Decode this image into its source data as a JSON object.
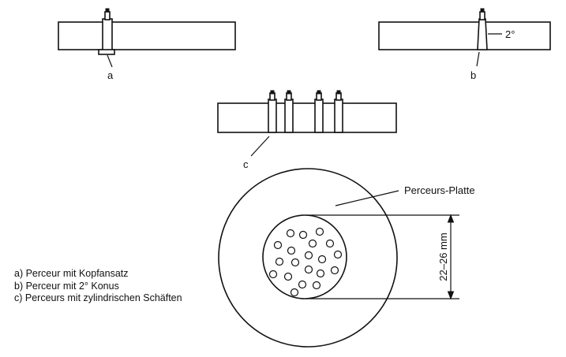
{
  "figure": {
    "label_a": "a",
    "label_b": "b",
    "label_c": "c",
    "angle_label": "2°",
    "plate_label": "Perceurs-Platte",
    "dimension_label": "22–26 mm"
  },
  "legend": {
    "items": [
      "a)  Perceur mit Kopfansatz",
      "b)  Perceur mit 2° Konus",
      "c)  Perceurs mit zylindrischen Schäften"
    ]
  }
}
